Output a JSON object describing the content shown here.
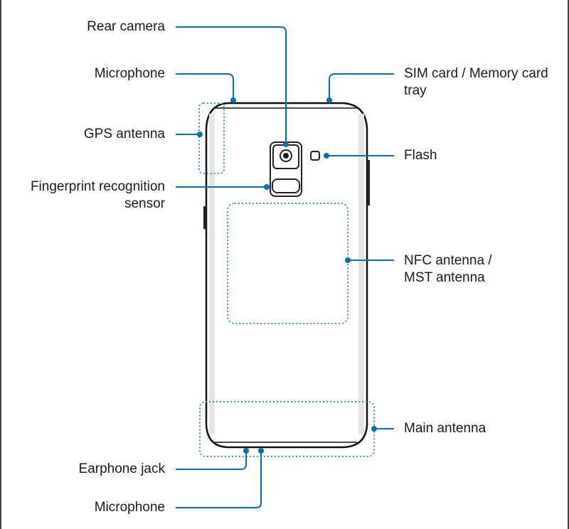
{
  "labels": {
    "rear_camera": "Rear camera",
    "microphone_top": "Microphone",
    "gps_antenna": "GPS antenna",
    "fingerprint_line1": "Fingerprint recognition",
    "fingerprint_line2": "sensor",
    "sim_line1": "SIM card / Memory card",
    "sim_line2": "tray",
    "flash": "Flash",
    "nfc_line1": "NFC antenna /",
    "nfc_line2": "MST antenna",
    "main_antenna": "Main antenna",
    "earphone_jack": "Earphone jack",
    "microphone_bottom": "Microphone"
  },
  "colors": {
    "callout": "#0a6fb0",
    "outline": "#111111",
    "dotted": "#3a93cf"
  }
}
